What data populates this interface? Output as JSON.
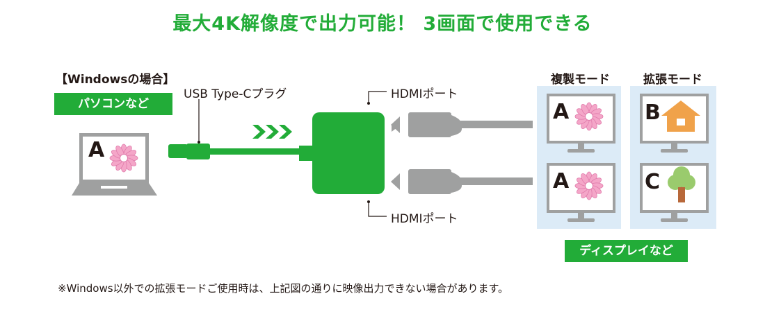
{
  "title": "最大4K解像度で出力可能！ 3画面で使用できる",
  "windows_case": "【Windowsの場合】",
  "pc_tag": "パソコンなど",
  "usb_label": "USB Type-Cプラグ",
  "hdmi_top": "HDMIポート",
  "hdmi_bottom": "HDMIポート",
  "mode_duplicate": "複製モード",
  "mode_extend": "拡張モード",
  "display_tag": "ディスプレイなど",
  "letters": {
    "laptop": "A",
    "dup_top": "A",
    "dup_bottom": "A",
    "ext_top": "B",
    "ext_bottom": "C"
  },
  "footnote": "※Windows以外での拡張モードご使用時は、上記図の通りに映像出力できない場合があります。",
  "colors": {
    "green": "#22ac38",
    "pink_flower": "#f4a6c8",
    "house": "#f0a24a",
    "tree_leaf": "#9acb6d",
    "panel": "#dcebf7",
    "gray": "#9fa0a0"
  }
}
